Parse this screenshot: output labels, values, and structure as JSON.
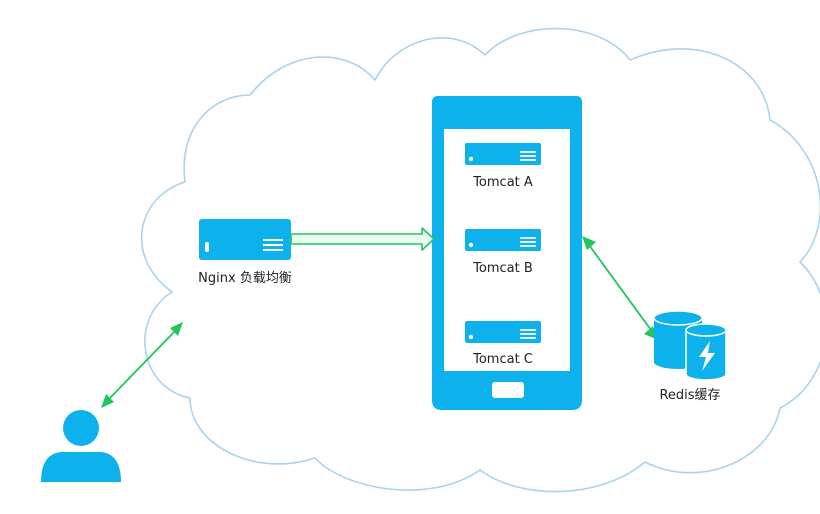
{
  "colors": {
    "cloud_stroke": "#a9d3ee",
    "accent": "#0db2ec",
    "arrow_green": "#22c55e",
    "arrow_fill": "#eafcef",
    "label": "#222222"
  },
  "nodes": {
    "nginx": {
      "label": "Nginx 负载均衡",
      "icon": "server-icon"
    },
    "tomcat_a": {
      "label": "Tomcat A",
      "icon": "server-icon"
    },
    "tomcat_b": {
      "label": "Tomcat B",
      "icon": "server-icon"
    },
    "tomcat_c": {
      "label": "Tomcat C",
      "icon": "server-icon"
    },
    "redis": {
      "label": "Redis缓存",
      "icon": "database-lightning-icon"
    },
    "user": {
      "icon": "user-icon"
    },
    "container": {
      "icon": "phone-frame-icon"
    }
  }
}
